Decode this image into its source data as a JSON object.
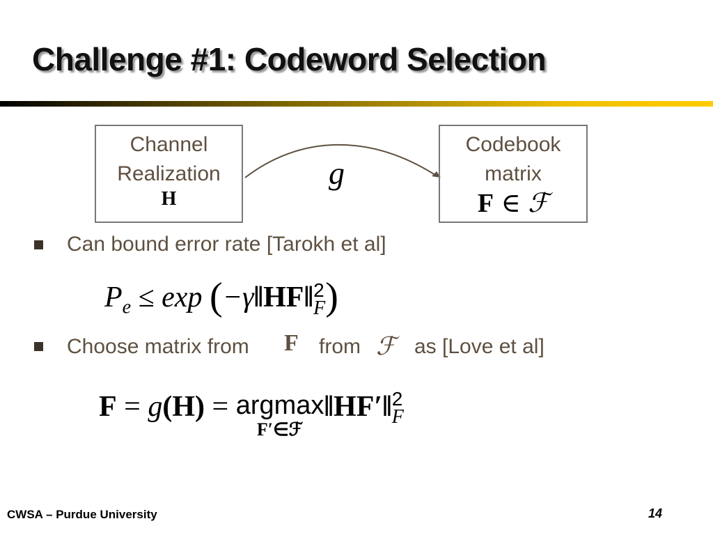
{
  "slide": {
    "title": "Challenge #1: Codeword Selection",
    "diagram": {
      "left_box": {
        "line1": "Channel",
        "line2": "Realization",
        "symbol": "H"
      },
      "arrow_label": "g",
      "right_box": {
        "line1": "Codebook",
        "line2": "matrix",
        "symbol": "F",
        "relation": "∈",
        "set": "ℱ"
      }
    },
    "bullets": [
      {
        "text": "Can bound error rate [Tarokh et al]"
      },
      {
        "part1": "Choose matrix from",
        "symbol1": "F",
        "part2": "from",
        "symbol2": "ℱ",
        "part3": "as [Love et al]"
      }
    ],
    "equation1": {
      "lhs": "P",
      "sub": "e",
      "leq": "≤",
      "fn": "exp",
      "minus": "−γ",
      "norm": "‖HF‖",
      "sup": "2",
      "normsub": "F"
    },
    "equation2": {
      "lhs": "F",
      "eq": "=",
      "g": "g",
      "arg": "(H)",
      "eq2": "=",
      "op": "argmax",
      "under": "F′∈ℱ",
      "norm": "‖HF′‖",
      "sup": "2",
      "normsub": "F"
    },
    "footer": {
      "left": "CWSA – Purdue University",
      "page": "14"
    }
  }
}
